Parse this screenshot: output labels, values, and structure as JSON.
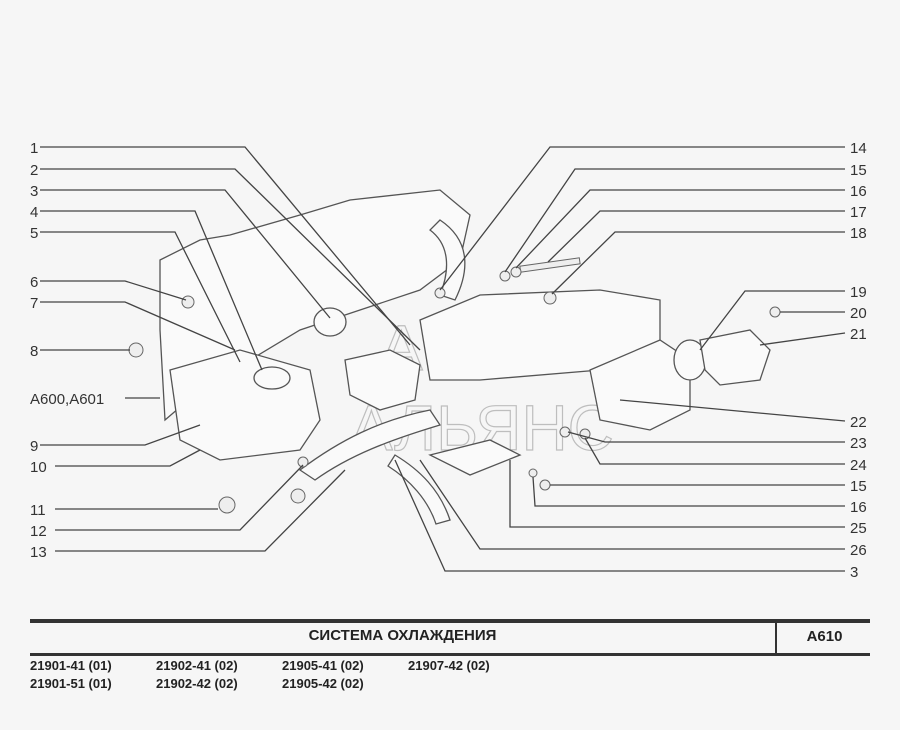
{
  "diagram": {
    "watermark": [
      "АВТО",
      "АЛЬЯНС"
    ],
    "left_labels": [
      "1",
      "2",
      "3",
      "4",
      "5",
      "6",
      "7",
      "8",
      "A600,A601",
      "9",
      "10",
      "11",
      "12",
      "13"
    ],
    "right_labels": [
      "14",
      "15",
      "16",
      "17",
      "18",
      "19",
      "20",
      "21",
      "22",
      "23",
      "24",
      "15",
      "16",
      "25",
      "26",
      "3"
    ]
  },
  "footer": {
    "title": "СИСТЕМА  ОХЛАЖДЕНИЯ",
    "code": "A610",
    "models": [
      "21901-41 (01)",
      "21902-41 (02)",
      "21905-41 (02)",
      "21907-42 (02)",
      "21901-51 (01)",
      "21902-42 (02)",
      "21905-42 (02)"
    ]
  }
}
